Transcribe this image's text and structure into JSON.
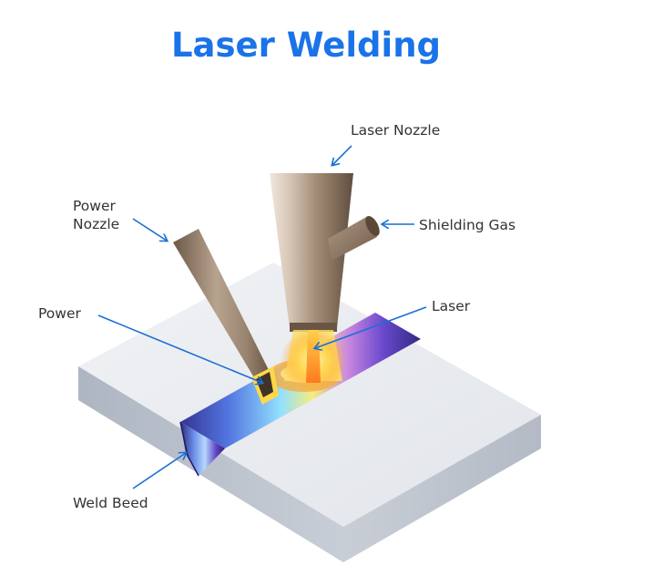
{
  "title": "Laser Welding",
  "labels": {
    "laser_nozzle": "Laser Nozzle",
    "shielding_gas": "Shielding Gas",
    "power_nozzle_line1": "Power",
    "power_nozzle_line2": "Nozzle",
    "power": "Power",
    "laser": "Laser",
    "weld_bead": "Weld Beed"
  },
  "colors": {
    "title": "#1a73e8",
    "label_text": "#333333",
    "arrow": "#1a6fd6"
  }
}
